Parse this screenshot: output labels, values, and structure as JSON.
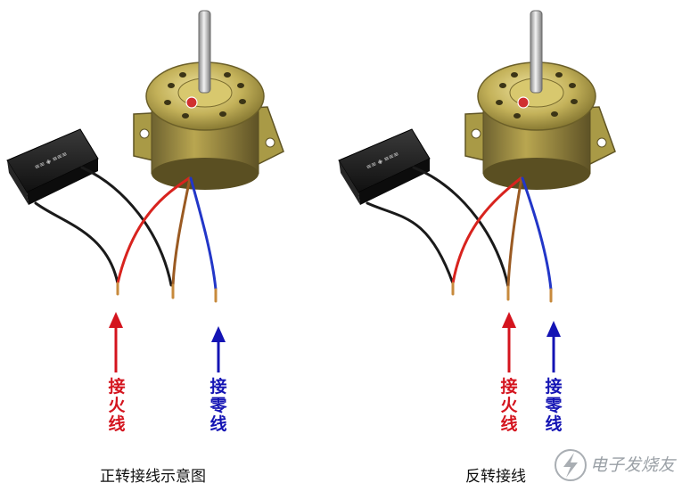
{
  "panels": [
    {
      "caption": "正转接线示意图",
      "live_label": "接\n火\n线",
      "neutral_label": "接\n零\n线"
    },
    {
      "caption": "反转接线",
      "live_label": "接\n火\n线",
      "neutral_label": "接\n零\n线"
    }
  ],
  "watermark": {
    "text": "电子发烧友",
    "icon": "lightning-logo-icon"
  },
  "colors": {
    "live_arrow": "#d4141e",
    "neutral_arrow": "#1414b4",
    "red_wire": "#d8231e",
    "brown_wire": "#9a5a22",
    "blue_wire": "#2236c8",
    "black_wire": "#1a1a1a",
    "motor_metal": "#c8b85a",
    "capacitor": "#1e1e1e"
  }
}
